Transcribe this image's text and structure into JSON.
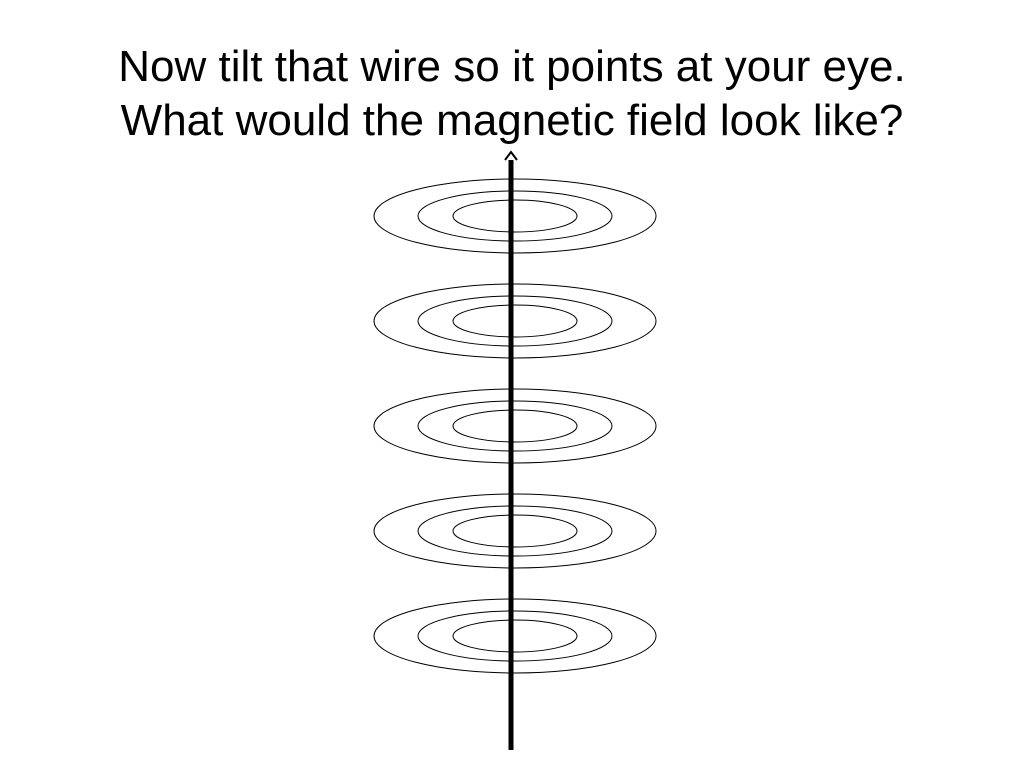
{
  "slide": {
    "title_lines": [
      "Now tilt that wire so it points at your eye.",
      "What would the magnetic field look like?"
    ]
  },
  "diagram": {
    "field_groups": 5,
    "rings_per_group": 3,
    "stroke_color": "#000000",
    "background_color": "#ffffff"
  }
}
